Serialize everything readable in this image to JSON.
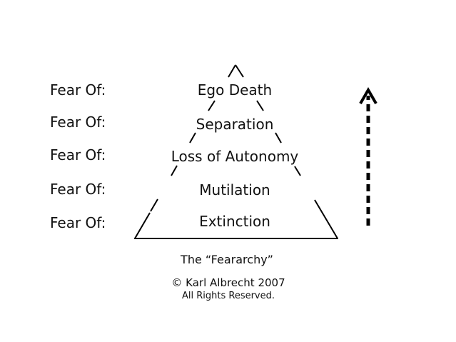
{
  "diagram": {
    "left_labels": [
      "Fear Of:",
      "Fear Of:",
      "Fear Of:",
      "Fear Of:",
      "Fear Of:"
    ],
    "levels": [
      "Ego Death",
      "Separation",
      "Loss of Autonomy",
      "Mutilation",
      "Extinction"
    ],
    "title": "The “Feararchy”",
    "copyright": "© Karl Albrecht 2007",
    "rights": "All Rights Reserved.",
    "arrow": "dashed-up-arrow",
    "line_color": "#000000"
  }
}
